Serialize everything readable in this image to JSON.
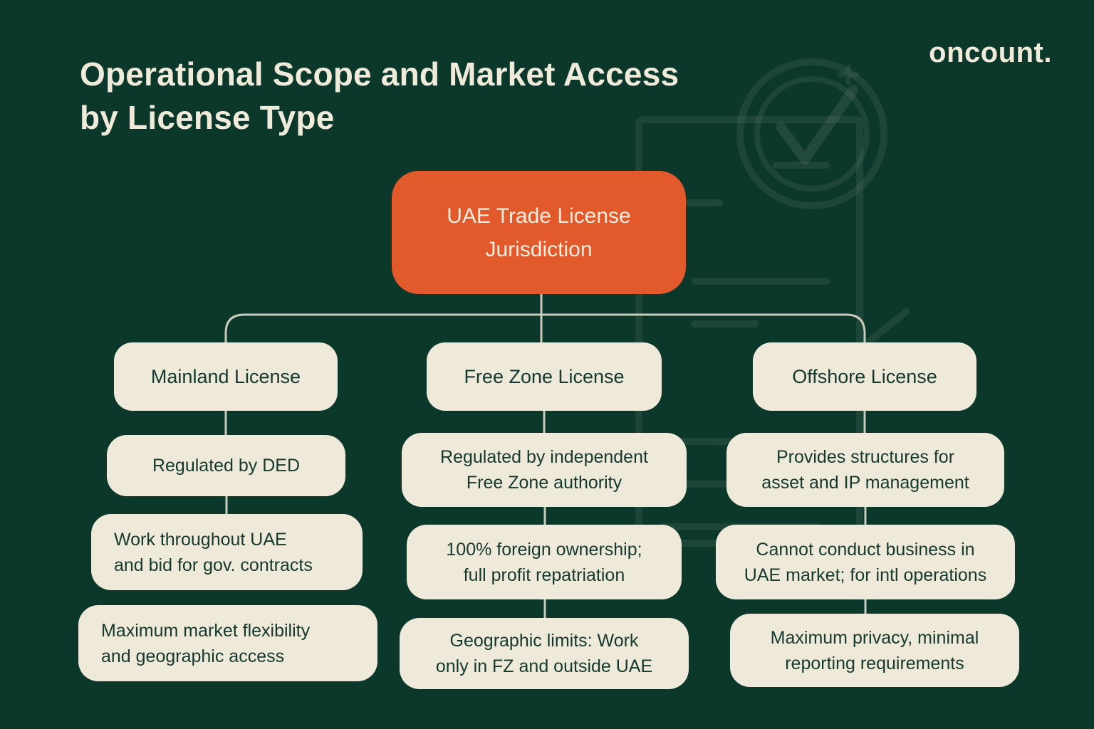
{
  "header": {
    "title_lines": [
      "Operational Scope and Market Access",
      "by License Type"
    ],
    "brand": "oncount."
  },
  "colors": {
    "background": "#0C382C",
    "root_node": "#E2592B",
    "node_fill": "#EFE9D9",
    "node_text": "#14392E",
    "light_text": "#F0EADA",
    "connector": "#C9CCBA"
  },
  "tree": {
    "root_lines": [
      "UAE Trade License",
      "Jurisdiction"
    ],
    "columns": [
      {
        "header": "Mainland License",
        "items": [
          [
            "Regulated by DED"
          ],
          [
            "Work throughout UAE",
            "and bid for gov. contracts"
          ],
          [
            "Maximum market flexibility",
            "and geographic access"
          ]
        ]
      },
      {
        "header": "Free Zone License",
        "items": [
          [
            "Regulated by independent",
            "Free Zone authority"
          ],
          [
            "100% foreign ownership;",
            "full profit repatriation"
          ],
          [
            "Geographic limits: Work",
            "only in FZ and outside UAE"
          ]
        ]
      },
      {
        "header": "Offshore License",
        "items": [
          [
            "Provides structures for",
            "asset and IP management"
          ],
          [
            "Cannot conduct business in",
            "UAE market; for intl operations"
          ],
          [
            "Maximum privacy, minimal",
            "reporting requirements"
          ]
        ]
      }
    ]
  }
}
